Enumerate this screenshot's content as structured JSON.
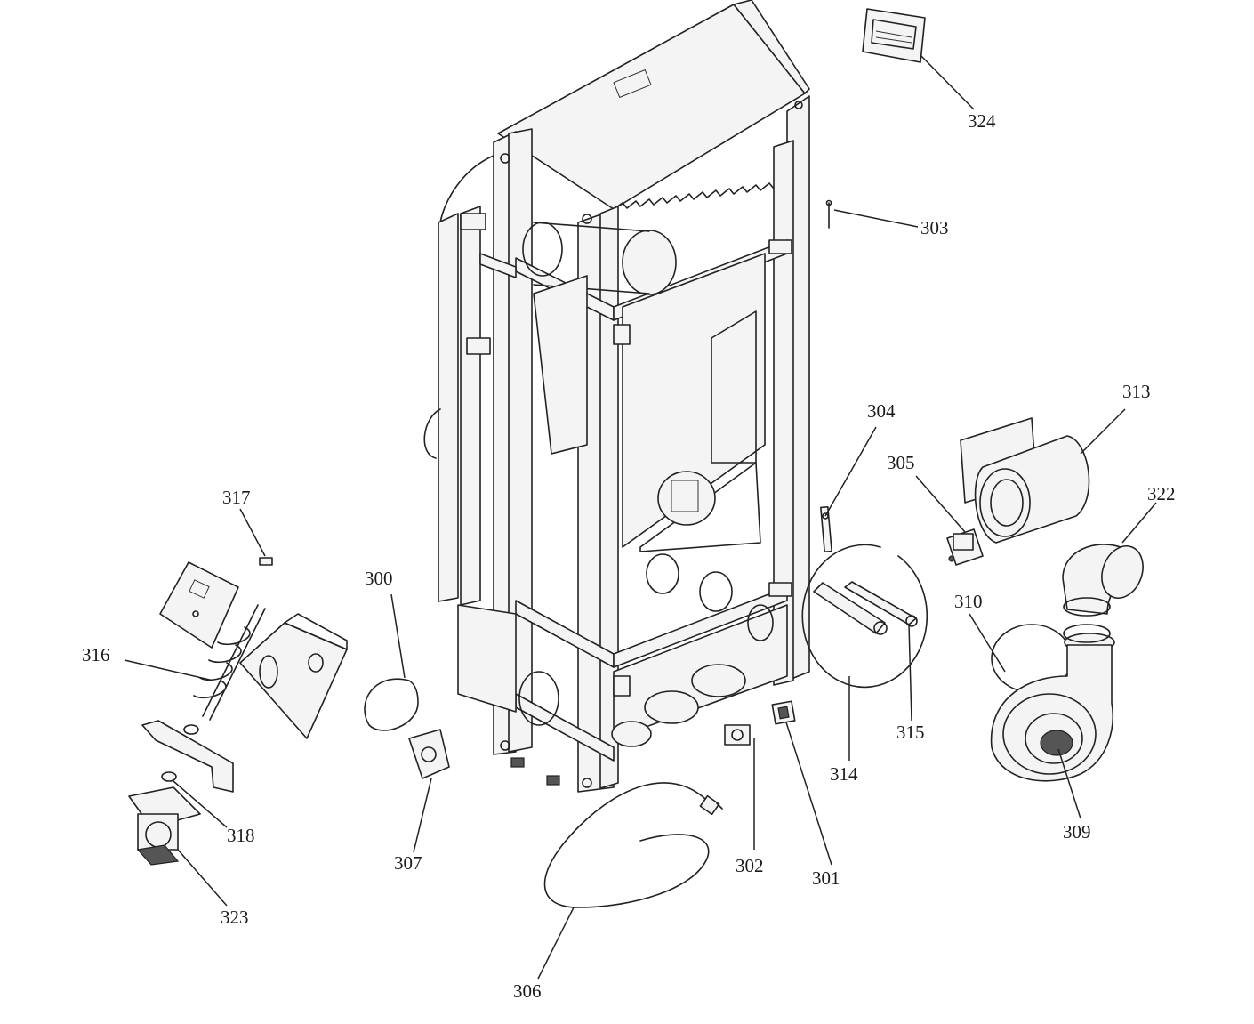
{
  "labels": {
    "p300": "300",
    "p301": "301",
    "p302": "302",
    "p303": "303",
    "p304": "304",
    "p305": "305",
    "p306": "306",
    "p307": "307",
    "p309": "309",
    "p310": "310",
    "p313": "313",
    "p314": "314",
    "p315": "315",
    "p316": "316",
    "p317": "317",
    "p318": "318",
    "p322": "322",
    "p323": "323",
    "p324": "324"
  }
}
